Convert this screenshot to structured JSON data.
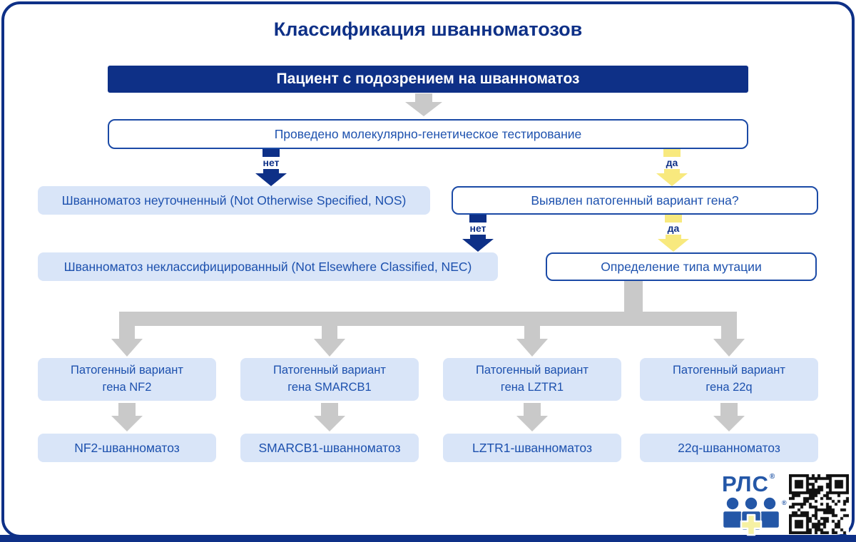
{
  "title": "Классификация шванноматозов",
  "flow": {
    "start": "Пациент с подозрением на шванноматоз",
    "test": "Проведено молекулярно-генетическое тестирование",
    "no_label": "нет",
    "yes_label": "да",
    "nos": "Шванноматоз неуточненный (Not Otherwise Specified, NOS)",
    "question": "Выявлен патогенный вариант гена?",
    "nec": "Шванноматоз неклассифицированный (Not Elsewhere Classified, NEC)",
    "mutation": "Определение типа мутации",
    "branches": [
      {
        "line1": "Патогенный вариант",
        "line2": "гена NF2",
        "result": "NF2-шванноматоз"
      },
      {
        "line1": "Патогенный вариант",
        "line2": "гена SMARCB1",
        "result": "SMARCB1-шванноматоз"
      },
      {
        "line1": "Патогенный вариант",
        "line2": "гена LZTR1",
        "result": "LZTR1-шванноматоз"
      },
      {
        "line1": "Патогенный вариант",
        "line2": "гена 22q",
        "result": "22q-шванноматоз"
      }
    ]
  },
  "logo": {
    "text": "РЛС",
    "reg_mark": "®"
  },
  "colors": {
    "navy": "#0e3087",
    "box_border": "#1b4aa6",
    "box_text": "#1d51ae",
    "light_blue": "#d9e5f8",
    "yellow": "#f8e97e",
    "gray": "#c9c9c9",
    "logo_blue": "#2457a7"
  }
}
